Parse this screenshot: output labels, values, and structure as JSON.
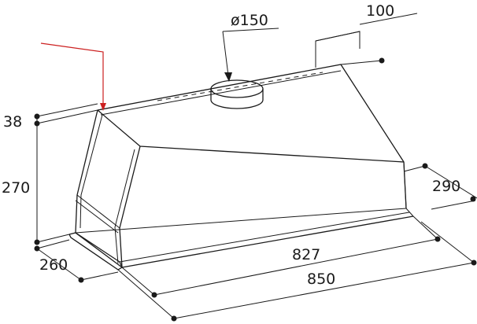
{
  "dimensions": {
    "diameter": "ø150",
    "depth_top": "100",
    "top_height": "38",
    "body_height": "270",
    "side_depth": "290",
    "base_depth": "260",
    "inner_width": "827",
    "outer_width": "850"
  },
  "colors": {
    "line": "#1a1a1a",
    "pointer": "#cc2020",
    "background": "#ffffff"
  }
}
